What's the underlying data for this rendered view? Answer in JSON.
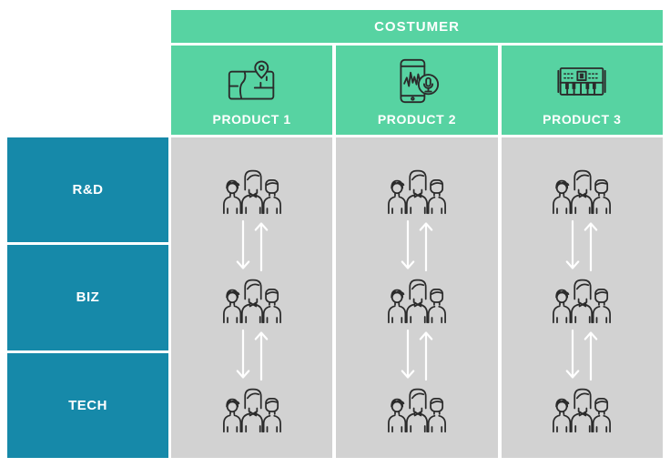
{
  "header": {
    "customer_label": "COSTUMER",
    "products": [
      {
        "label": "PRODUCT 1",
        "icon": "gps-map-icon"
      },
      {
        "label": "PRODUCT 2",
        "icon": "phone-voice-recorder-icon"
      },
      {
        "label": "PRODUCT 3",
        "icon": "synthesizer-keyboard-icon"
      }
    ]
  },
  "rows": [
    {
      "label": "R&D"
    },
    {
      "label": "BIZ"
    },
    {
      "label": "TECH"
    }
  ],
  "grid": {
    "columns": 3,
    "teams_per_column": 3,
    "cell_icon": "team-of-three-people-icon",
    "connector_icon": "two-way-vertical-arrows-icon"
  },
  "colors": {
    "header_green": "#57d3a2",
    "row_teal": "#1689a9",
    "cell_gray": "#d2d2d2",
    "icon_stroke": "#2b2b2b",
    "text": "#ffffff"
  }
}
